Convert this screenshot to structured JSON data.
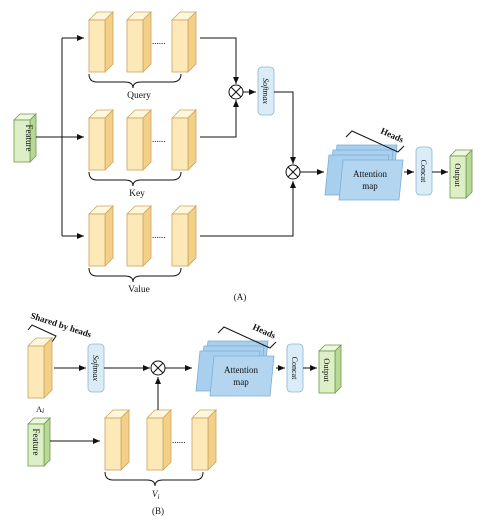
{
  "diagram_a": {
    "caption": "(A)",
    "input_label": "Feature",
    "query_label": "Query",
    "key_label": "Key",
    "value_label": "Value",
    "softmax_label": "Softmax",
    "attention_label_line1": "Attention",
    "attention_label_line2": "map",
    "heads_label": "Heads",
    "concat_label": "Concat",
    "output_label": "Output",
    "dots": "......"
  },
  "diagram_b": {
    "caption": "(B)",
    "shared_label": "Shared by heads",
    "a_label": "A",
    "a_sub": "i",
    "input_label": "Feature",
    "softmax_label": "Softmax",
    "v_label": "V",
    "v_sub": "i",
    "attention_label_line1": "Attention",
    "attention_label_line2": "map",
    "heads_label": "Heads",
    "concat_label": "Concat",
    "output_label": "Output",
    "dots": "......"
  },
  "colors": {
    "block_face": "#fde9b8",
    "block_side": "#f3cf87",
    "block_top": "#fff6dc",
    "green_face": "#dcefc6",
    "green_side": "#b7d896",
    "softmax_fill": "#d9ecf7",
    "attn_fill": "#a9cfee",
    "attn_border": "#7aaed8",
    "line": "#111111"
  }
}
